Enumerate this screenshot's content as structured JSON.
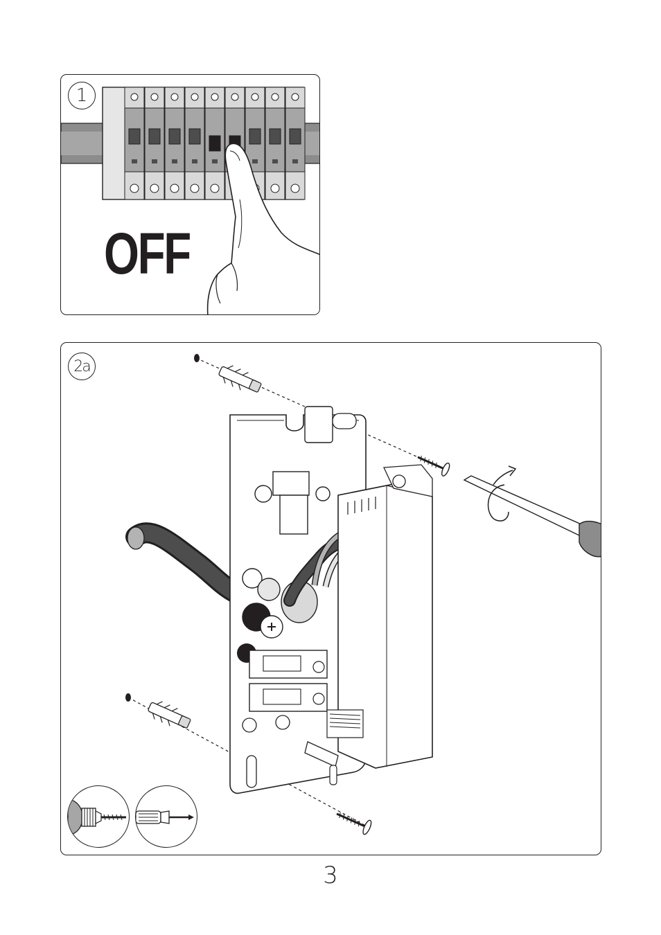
{
  "steps": {
    "step1": {
      "number": "1",
      "action_label": "OFF"
    },
    "step2a": {
      "number": "2a"
    }
  },
  "tools": [
    {
      "icon": "drill-icon"
    },
    {
      "icon": "screwdriver-icon"
    }
  ],
  "page_number": "3",
  "colors": {
    "line": "#231f20",
    "grey": "#b3b3b3",
    "dark_grey": "#808080"
  }
}
